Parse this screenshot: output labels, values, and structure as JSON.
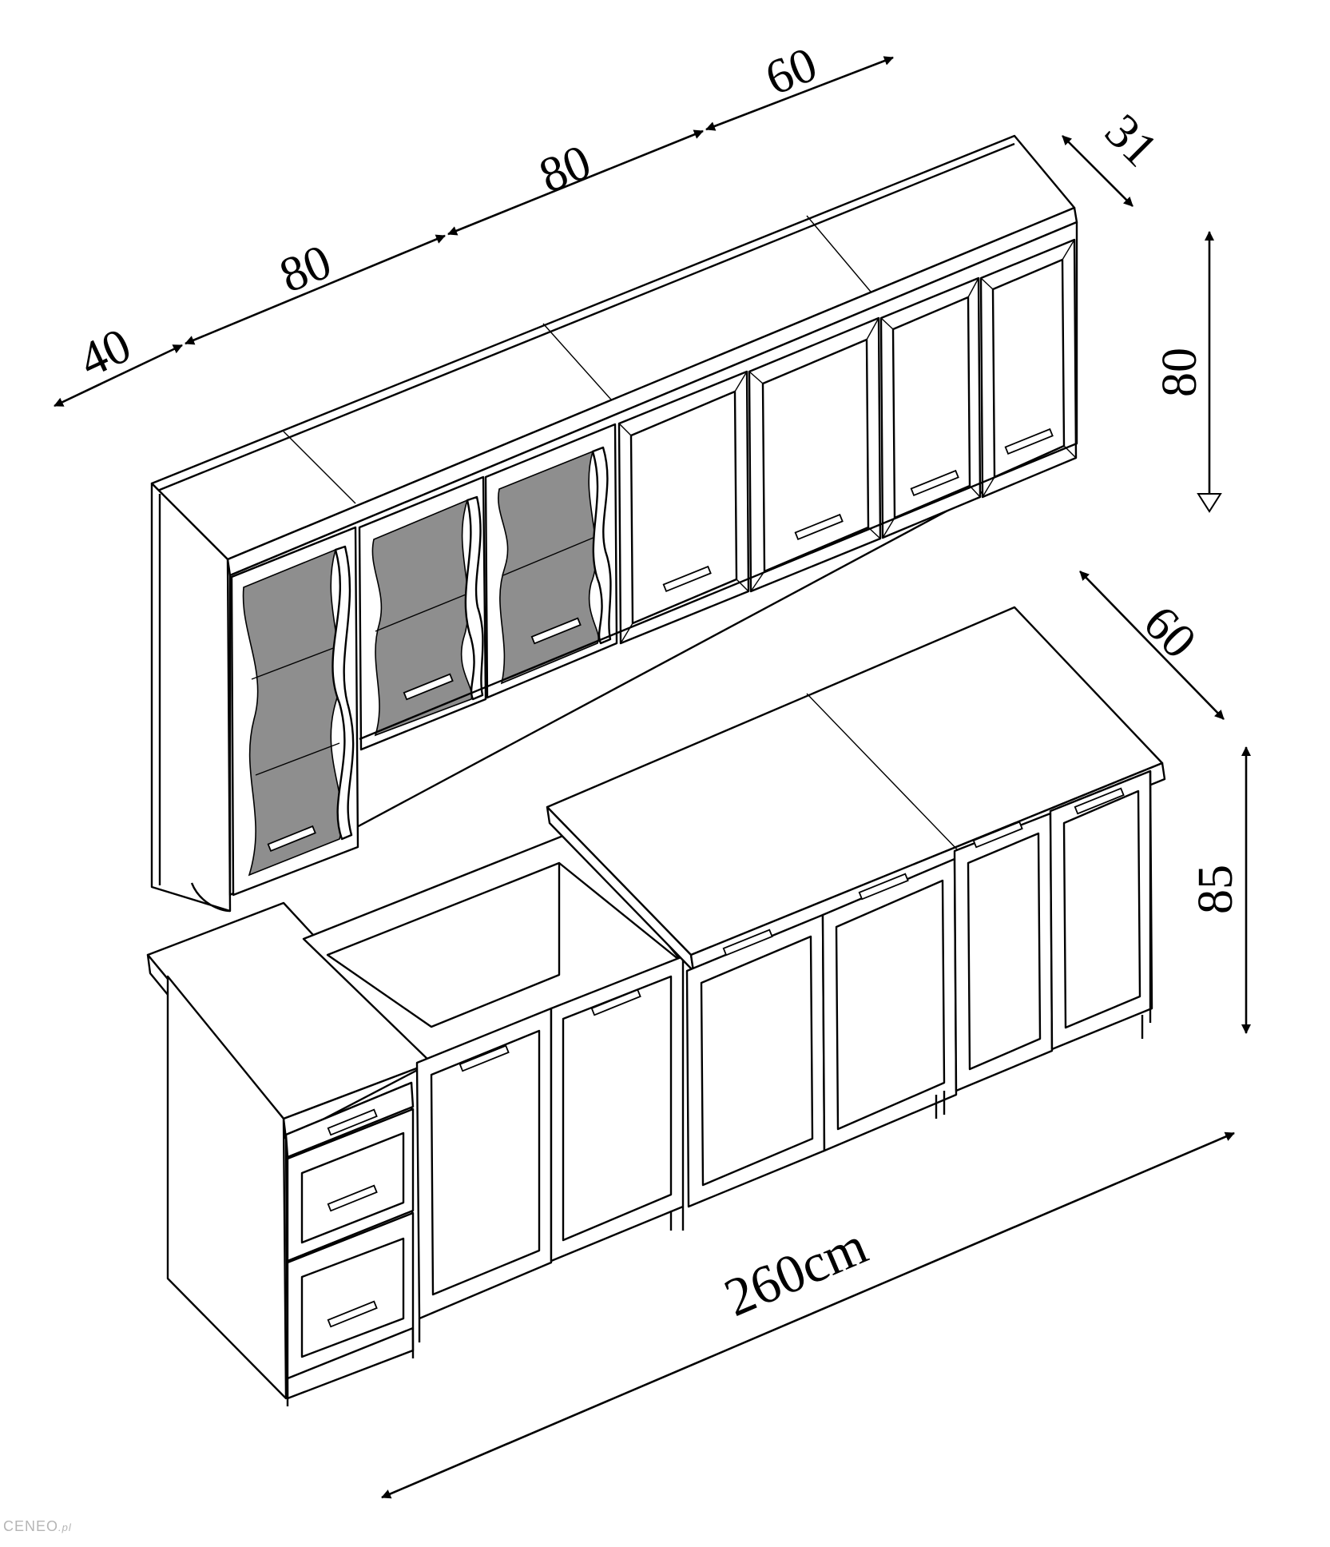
{
  "dimensions": {
    "upper_40": "40",
    "upper_80_a": "80",
    "upper_80_b": "80",
    "upper_60": "60",
    "upper_depth": "31",
    "upper_height": "80",
    "lower_depth": "60",
    "lower_height": "85",
    "total_length": "260cm"
  },
  "watermark": {
    "brand": "CENEO",
    "suffix": ".pl"
  },
  "colors": {
    "line": "#000000",
    "glass": "#8e8e8e",
    "background": "#ffffff"
  }
}
